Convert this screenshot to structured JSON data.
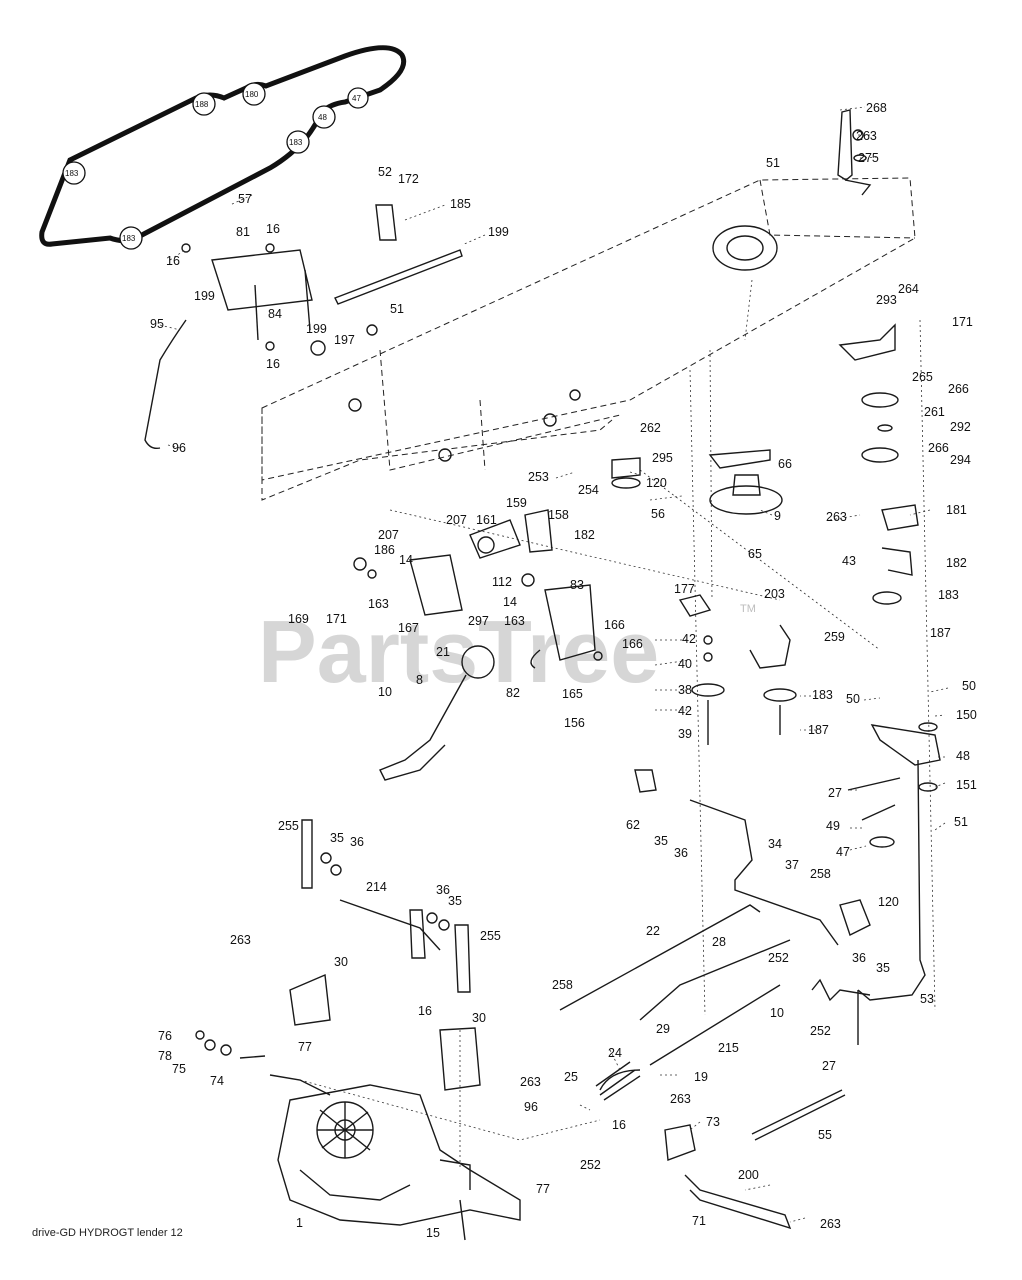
{
  "watermark": {
    "text": "PartsTree",
    "tm": "TM"
  },
  "footer": {
    "text": "drive-GD HYDROGT lender 12"
  },
  "belt_callouts": [
    "180",
    "188",
    "47",
    "48",
    "183",
    "183",
    "183"
  ],
  "callouts": [
    "268",
    "263",
    "275",
    "51",
    "52",
    "172",
    "185",
    "199",
    "57",
    "81",
    "16",
    "16",
    "199",
    "84",
    "199",
    "51",
    "197",
    "16",
    "95",
    "96",
    "293",
    "264",
    "171",
    "265",
    "266",
    "261",
    "292",
    "266",
    "294",
    "262",
    "295",
    "120",
    "66",
    "56",
    "9",
    "263",
    "181",
    "182",
    "43",
    "183",
    "65",
    "203",
    "207",
    "161",
    "159",
    "158",
    "182",
    "253",
    "254",
    "207",
    "186",
    "14",
    "112",
    "163",
    "14",
    "83",
    "169",
    "171",
    "163",
    "167",
    "297",
    "166",
    "166",
    "177",
    "259",
    "187",
    "21",
    "42",
    "40",
    "38",
    "42",
    "39",
    "183",
    "187",
    "8",
    "82",
    "165",
    "156",
    "10",
    "50",
    "50",
    "150",
    "48",
    "27",
    "151",
    "49",
    "51",
    "47",
    "62",
    "35",
    "36",
    "34",
    "37",
    "258",
    "120",
    "36",
    "35",
    "255",
    "35",
    "36",
    "214",
    "36",
    "35",
    "255",
    "263",
    "30",
    "22",
    "28",
    "252",
    "10",
    "252",
    "53",
    "27",
    "258",
    "29",
    "215",
    "76",
    "78",
    "75",
    "74",
    "77",
    "16",
    "30",
    "263",
    "24",
    "25",
    "19",
    "96",
    "252",
    "263",
    "73",
    "55",
    "16",
    "200",
    "71",
    "263",
    "1",
    "77",
    "15"
  ]
}
